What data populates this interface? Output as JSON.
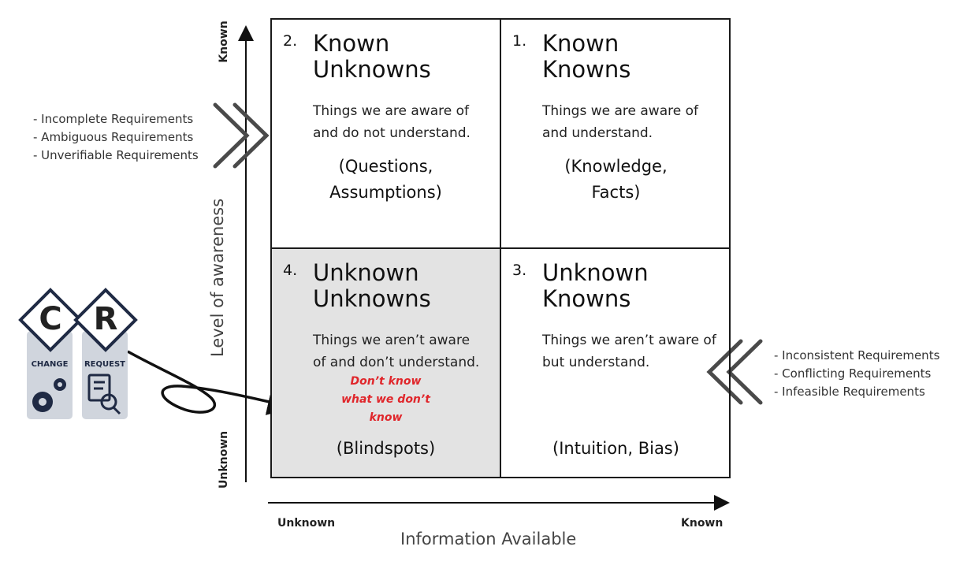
{
  "quadrants": {
    "q2": {
      "number": "2.",
      "title_l1": "Known",
      "title_l2": "Unknowns",
      "desc_l1": "Things we are aware of",
      "desc_l2": "and do not understand.",
      "example_l1": "(Questions,",
      "example_l2": "Assumptions)"
    },
    "q1": {
      "number": "1.",
      "title_l1": "Known",
      "title_l2": "Knowns",
      "desc_l1": "Things we are aware of",
      "desc_l2": "and understand.",
      "example_l1": "(Knowledge,",
      "example_l2": "Facts)"
    },
    "q4": {
      "number": "4.",
      "title_l1": "Unknown",
      "title_l2": "Unknowns",
      "desc_l1": "Things we aren’t aware",
      "desc_l2": "of and don’t understand.",
      "note_l1": "Don’t know",
      "note_l2": "what we don’t",
      "note_l3": "know",
      "example_l1": "(Blindspots)"
    },
    "q3": {
      "number": "3.",
      "title_l1": "Unknown",
      "title_l2": "Knowns",
      "desc_l1": "Things we aren’t aware of",
      "desc_l2": "but understand.",
      "example_l1": "(Intuition, Bias)"
    }
  },
  "left_list": [
    "- Incomplete Requirements",
    "- Ambiguous Requirements",
    "- Unverifiable Requirements"
  ],
  "right_list": [
    "- Inconsistent Requirements",
    "- Conflicting Requirements",
    "- Infeasible Requirements"
  ],
  "y_axis": {
    "top": "Known",
    "bottom": "Unknown",
    "title": "Level of awareness"
  },
  "x_axis": {
    "left": "Unknown",
    "right": "Known",
    "title": "Information Available"
  },
  "badge": {
    "letter_1": "C",
    "letter_2": "R",
    "word_1": "CHANGE",
    "word_2": "REQUEST"
  },
  "colors": {
    "shaded_quadrant": "#e3e3e3",
    "note_red": "#e0262b",
    "chevron": "#4a4a4a",
    "badge_panel": "#d0d5dd"
  }
}
